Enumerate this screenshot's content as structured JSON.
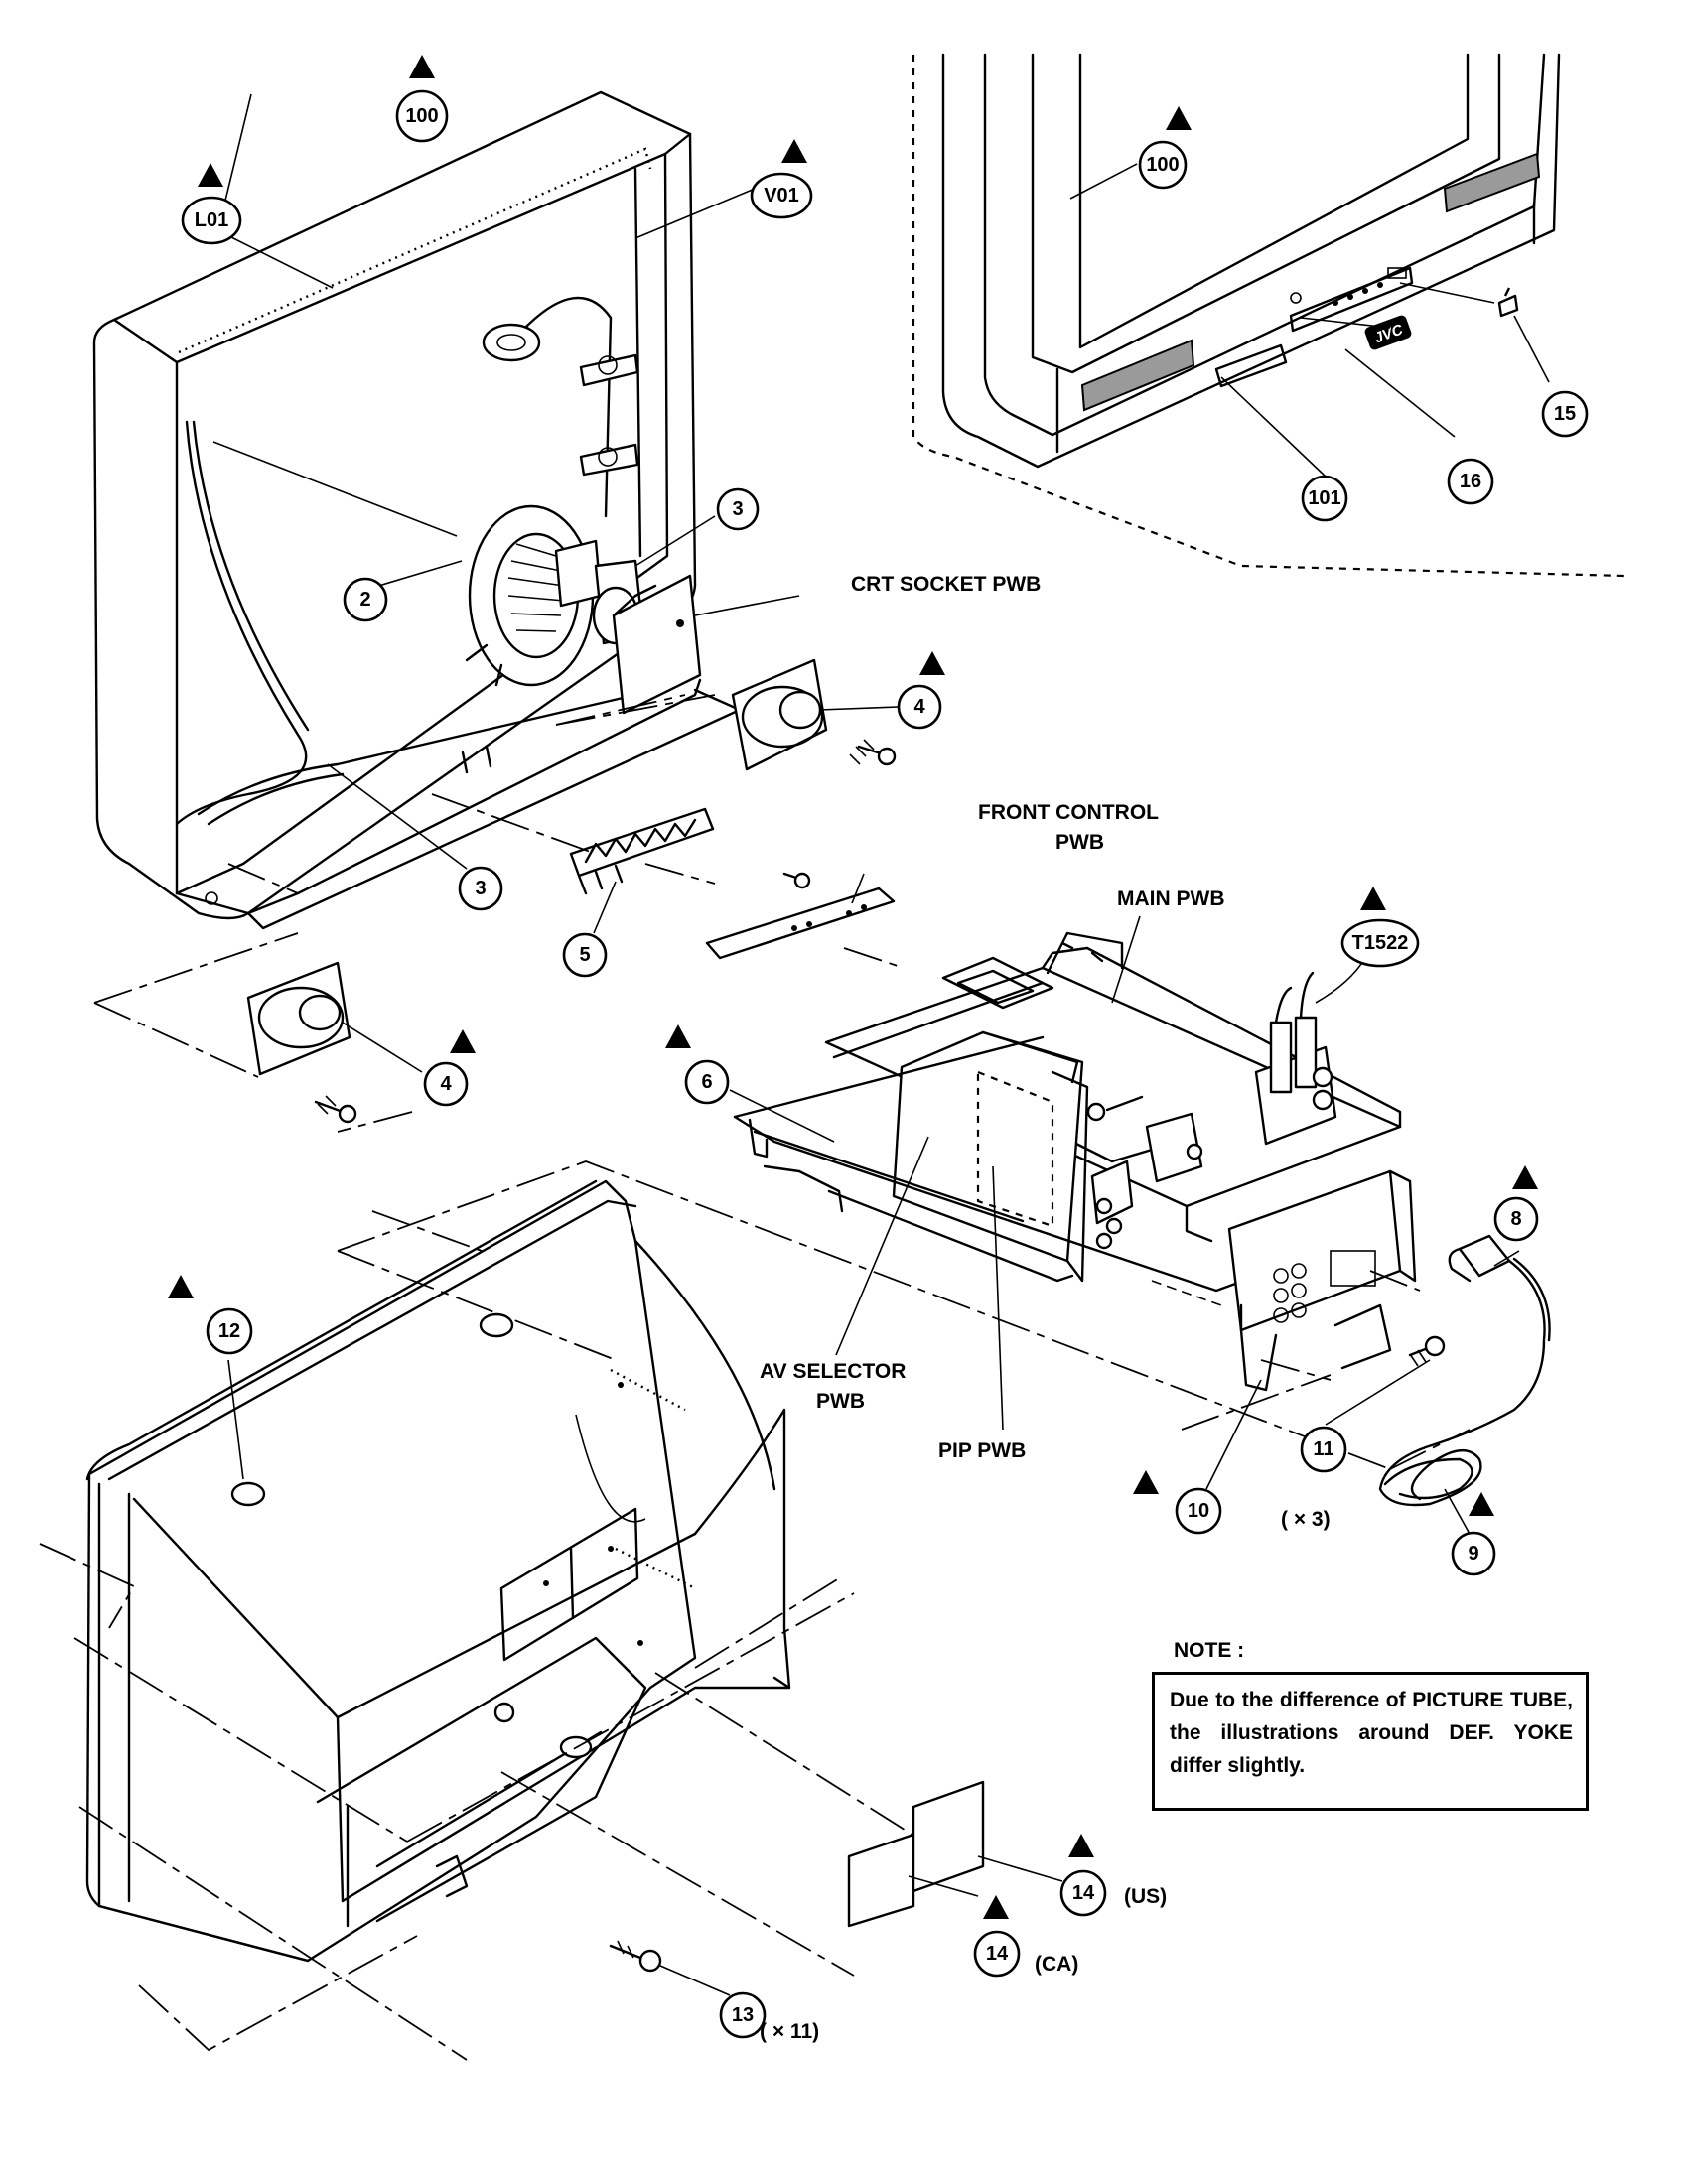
{
  "callouts": {
    "c100_top": "100",
    "c_l01": "L01",
    "c_v01": "V01",
    "c3_upper": "3",
    "c2": "2",
    "c3_lower": "3",
    "c4_right": "4",
    "c4_left": "4",
    "c5": "5",
    "c6": "6",
    "t1522": "T1522",
    "c8": "8",
    "c9": "9",
    "c10": "10",
    "c11": "11",
    "c12": "12",
    "c13": "13",
    "c14_us": "14",
    "c14_ca": "14",
    "c15": "15",
    "c16": "16",
    "c100_inset": "100",
    "c101": "101"
  },
  "labels": {
    "crt_socket": "CRT SOCKET PWB",
    "front_control_1": "FRONT CONTROL",
    "front_control_2": "PWB",
    "main_pwb": "MAIN PWB",
    "av_selector_1": "AV SELECTOR",
    "av_selector_2": "PWB",
    "pip_pwb": "PIP PWB",
    "qty_11": "( × 3)",
    "qty_13": "( × 11)",
    "suffix_us": "(US)",
    "suffix_ca": "(CA)",
    "logo": "JVC"
  },
  "safety_mark": "!",
  "note": {
    "title": "NOTE :",
    "text": "Due to the difference of PICTURE TUBE, the illustrations around DEF. YOKE differ slightly."
  }
}
